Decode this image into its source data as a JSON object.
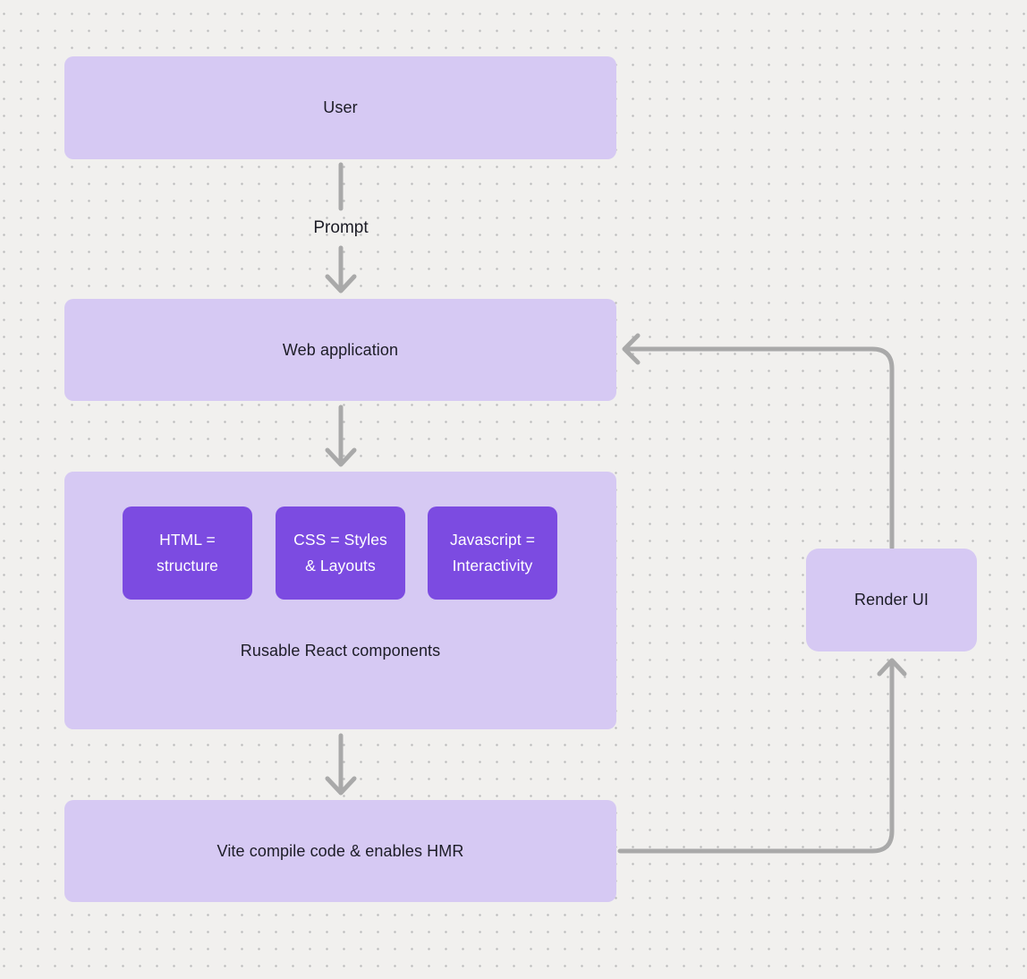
{
  "colors": {
    "canvas_bg": "#f1f0ee",
    "dot": "#bdbdbd",
    "node_fill": "#d6c9f3",
    "chip_fill": "#7c4be1",
    "chip_text": "#ffffff",
    "arrow": "#a9a9a9",
    "text": "#1c1c26"
  },
  "nodes": {
    "user": "User",
    "web_application": "Web application",
    "vite": "Vite compile code & enables HMR",
    "render_ui": "Render UI",
    "components_caption": "Rusable React components"
  },
  "chips": [
    {
      "line1": "HTML =",
      "line2": "structure"
    },
    {
      "line1": "CSS = Styles",
      "line2": "& Layouts"
    },
    {
      "line1": "Javascript =",
      "line2": "Interactivity"
    }
  ],
  "edges": {
    "prompt_label": "Prompt"
  }
}
